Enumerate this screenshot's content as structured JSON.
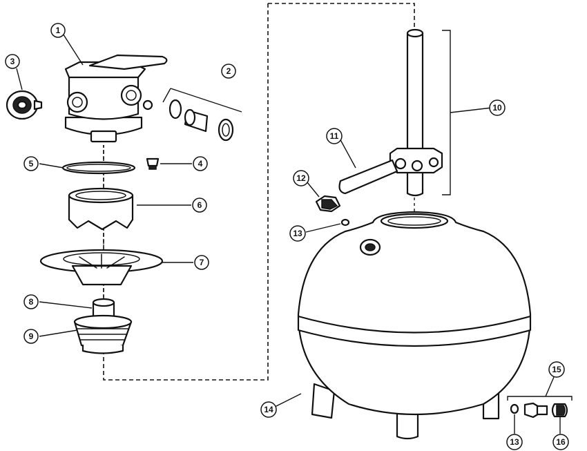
{
  "callouts": [
    "1",
    "2",
    "3",
    "4",
    "5",
    "6",
    "7",
    "8",
    "9",
    "10",
    "11",
    "12",
    "13",
    "13",
    "14",
    "15",
    "16"
  ]
}
